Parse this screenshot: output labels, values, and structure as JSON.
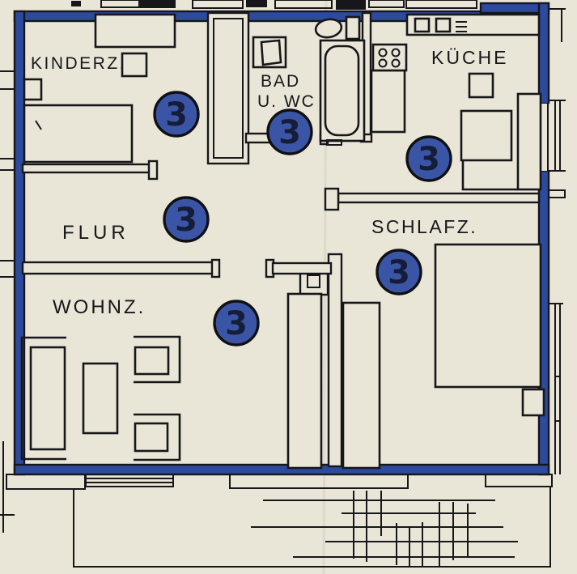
{
  "meta": {
    "kind": "apartment-floor-plan",
    "marker_count": 6
  },
  "colors": {
    "paper": "#e9e6d7",
    "ink": "#17161a",
    "wall_blue": "#2d4b9c",
    "marker_blue": "#3b55a6",
    "marker_digit": "#161d38"
  },
  "rooms": [
    {
      "id": "kinderz",
      "label": "KINDERZ."
    },
    {
      "id": "bad",
      "label": "BAD",
      "label2": "U. WC"
    },
    {
      "id": "kueche",
      "label": "KÜCHE"
    },
    {
      "id": "flur",
      "label": "FLUR"
    },
    {
      "id": "schlafz",
      "label": "SCHLAFZ."
    },
    {
      "id": "wohnz",
      "label": "WOHNZ."
    }
  ],
  "markers": [
    {
      "room": "kinderz",
      "value": "3"
    },
    {
      "room": "bad",
      "value": "3"
    },
    {
      "room": "kueche",
      "value": "3"
    },
    {
      "room": "flur",
      "value": "3"
    },
    {
      "room": "schlafz",
      "value": "3"
    },
    {
      "room": "wohnz",
      "value": "3"
    }
  ]
}
